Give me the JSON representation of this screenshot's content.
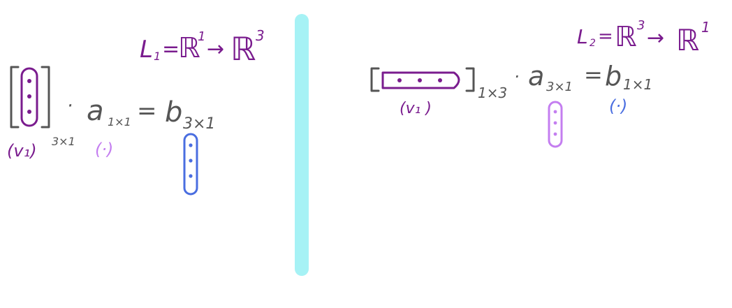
{
  "colors": {
    "divider": "#a6f2f5",
    "purple": "#7a1c8e",
    "gray": "#555555",
    "blue": "#4a6ee0",
    "lilac": "#c47ef0",
    "background": "#ffffff"
  },
  "left": {
    "map": {
      "name": "L",
      "sub": "1",
      "eq": "=",
      "domain": "ℝ",
      "domain_exp": "1",
      "arrow": "→",
      "codomain": "ℝ",
      "codomain_exp": "3"
    },
    "matrix_size": "3×1",
    "matrix_label": "(v₁)",
    "dot": "·",
    "a": "a",
    "a_size": "1×1",
    "equals": "=",
    "b": "b",
    "b_size": "3×1",
    "a_note": "(·)"
  },
  "right": {
    "map": {
      "name": "L",
      "sub": "2",
      "eq": "=",
      "domain": "ℝ",
      "domain_exp": "3",
      "arrow": "→",
      "codomain": "ℝ",
      "codomain_exp": "1"
    },
    "matrix_size": "1×3",
    "matrix_label": "(v₁ )",
    "dot": "·",
    "a": "a",
    "a_size": "3×1",
    "equals": "=",
    "b": "b",
    "b_size": "1×1",
    "b_note": "(·)"
  }
}
